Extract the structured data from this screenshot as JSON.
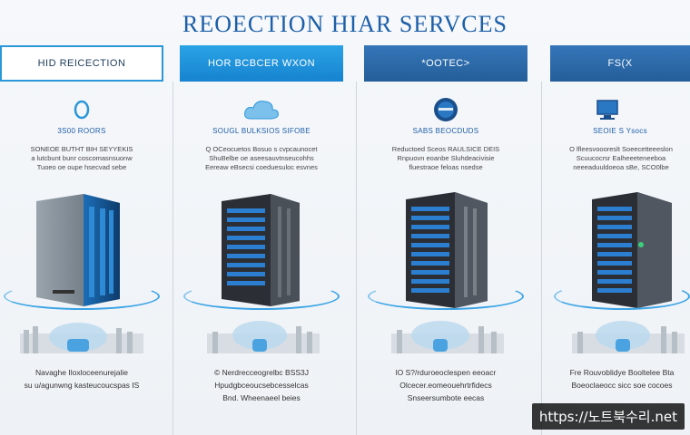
{
  "page": {
    "title": "REOECTION HIAR SERVCES"
  },
  "columns": [
    {
      "banner": "HID REICECTION",
      "banner_style": "light",
      "sub_label": "3S00 ROORS",
      "desc": [
        "SONEOE BUTHT BIH SEYYEKIS",
        "a lutcbunt bunr coscomasnsuonw",
        "Tuoeo oe oupe hsecvad sebe"
      ],
      "foot": [
        "Navaghe Iloxloceenurejalie",
        "su u/agunwng kasteucoucspas IS"
      ],
      "emblem": "ring-icon"
    },
    {
      "banner": "HOR BCBCER WXON",
      "banner_style": "blue",
      "sub_label": "SOUGL BULKSIOS SIFOBE",
      "desc": [
        "Q OCeocuetos Bosuo s cvpcaunocet",
        "ShuBelbe oe aseesauvtnseucohhs",
        "Eereaw eBsecsi coeduesuloc esvnes"
      ],
      "foot": [
        "© Nerdrecceogrelbc BSS3J",
        "Hpudgbceoucsebcesselcas",
        "Bnd. Wheenaeel beies"
      ],
      "emblem": "cloud-icon"
    },
    {
      "banner": "*OOTEC>",
      "banner_style": "steel",
      "sub_label": "SABS BEOCDUDS",
      "desc": [
        "Reductoed Sceos RAULSICE DEIS",
        "Rnpuovn eoanbe Sluhdeacivisie",
        "fluestraoe feloas nsedse"
      ],
      "foot": [
        "lO S?/rduroeoclespen eeoacr",
        "Olcecer.eomeouehrtrfidecs",
        "Snseersumbote eecas"
      ],
      "emblem": "disc-icon"
    },
    {
      "banner": "FS(X",
      "banner_style": "steel",
      "sub_label": "SEOIE S Ysocs",
      "desc": [
        "O lfleesvoooreslt Soeecetteeeslon",
        "Scuucocrsr Ealheeeteneeboa",
        "neeeaduuldoeoa sBe, SCO0lbe"
      ],
      "foot": [
        "Fre Rouvoblidye Booltelee Bta",
        "Boeoclaeocc sicc soe cocoes"
      ],
      "emblem": "monitor-icon"
    }
  ],
  "watermark": "https://노트북수리.net",
  "colors": {
    "accent": "#1d5fa8",
    "banner_blue": "#1683cf",
    "banner_steel": "#245e99",
    "glow": "#3aa3e6"
  }
}
